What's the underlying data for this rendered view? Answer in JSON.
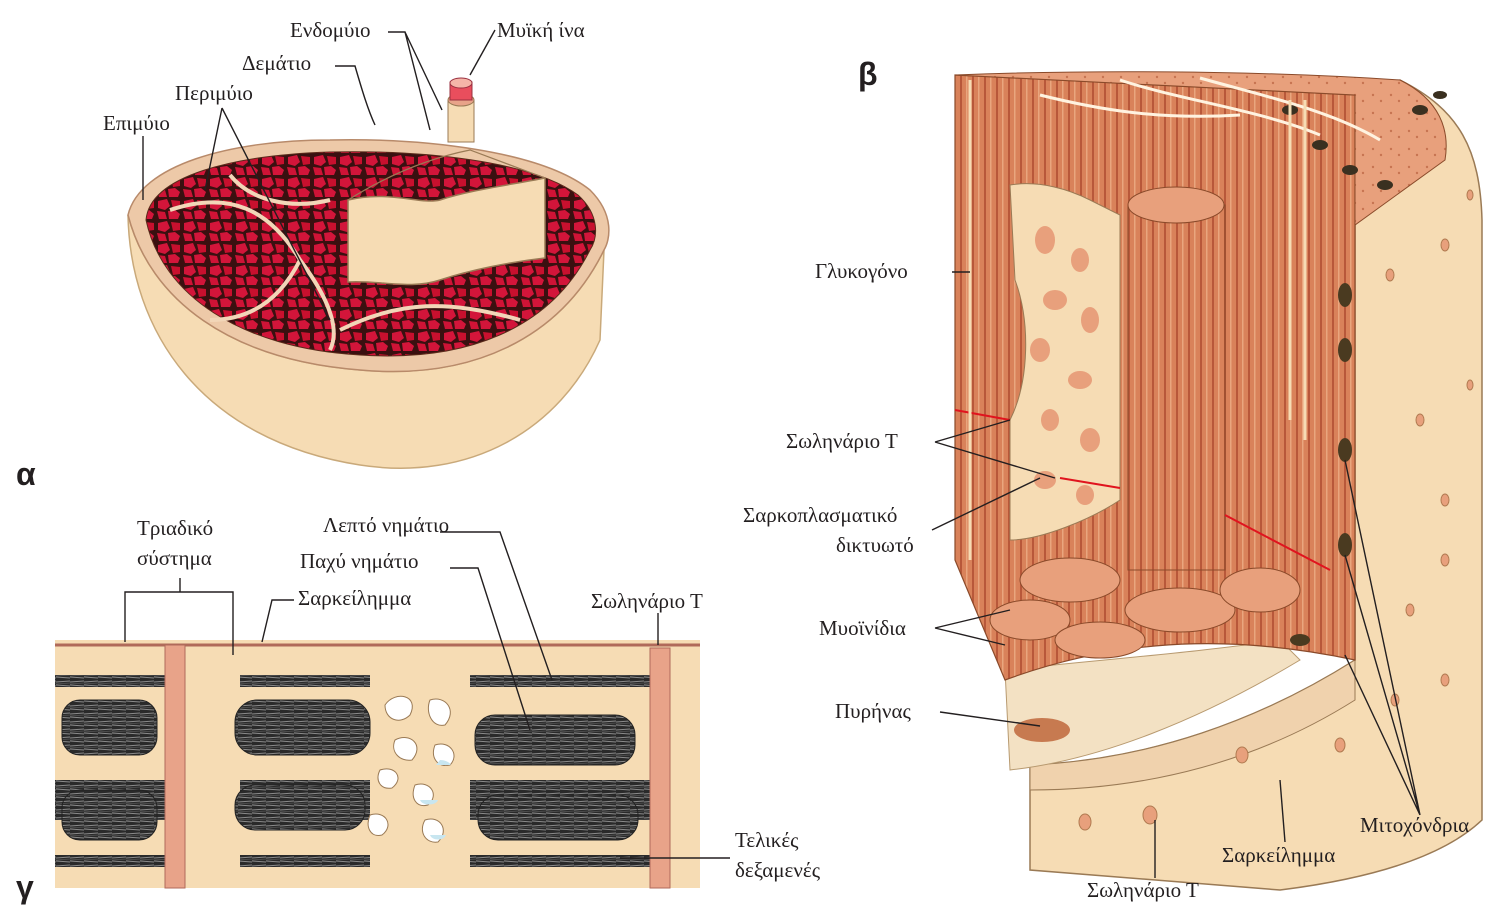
{
  "panels": {
    "a": "α",
    "b": "β",
    "c": "γ"
  },
  "panel_a": {
    "epimysium": "Επιμύιο",
    "perimysium": "Περιμύιο",
    "fascicle": "Δεμάτιο",
    "endomysium": "Ενδομύιο",
    "muscle_fiber": "Μυϊκή ίνα"
  },
  "panel_b": {
    "glycogen": "Γλυκογόνο",
    "t_tubule": "Σωληνάριο Τ",
    "sr_line1": "Σαρκοπλασματικό",
    "sr_line2": "δικτυωτό",
    "myofibrils": "Μυοϊνίδια",
    "nucleus": "Πυρήνας",
    "mitochondria": "Μιτοχόνδρια",
    "sarcolemma": "Σαρκείλημμα",
    "t_tubule_bottom": "Σωληνάριο Τ"
  },
  "panel_c": {
    "triad_line1": "Τριαδικό",
    "triad_line2": "σύστημα",
    "thin_filament": "Λεπτό νημάτιο",
    "thick_filament": "Παχύ νημάτιο",
    "sarcolemma": "Σαρκείλημμα",
    "t_tubule": "Σωληνάριο Τ",
    "cisternae_line1": "Τελικές",
    "cisternae_line2": "δεξαμενές"
  },
  "colors": {
    "muscle_red": "#c8102e",
    "tissue_cream": "#f6dcb4",
    "fiber_brown": "#d9825a",
    "membrane_pink": "#e8a389"
  }
}
